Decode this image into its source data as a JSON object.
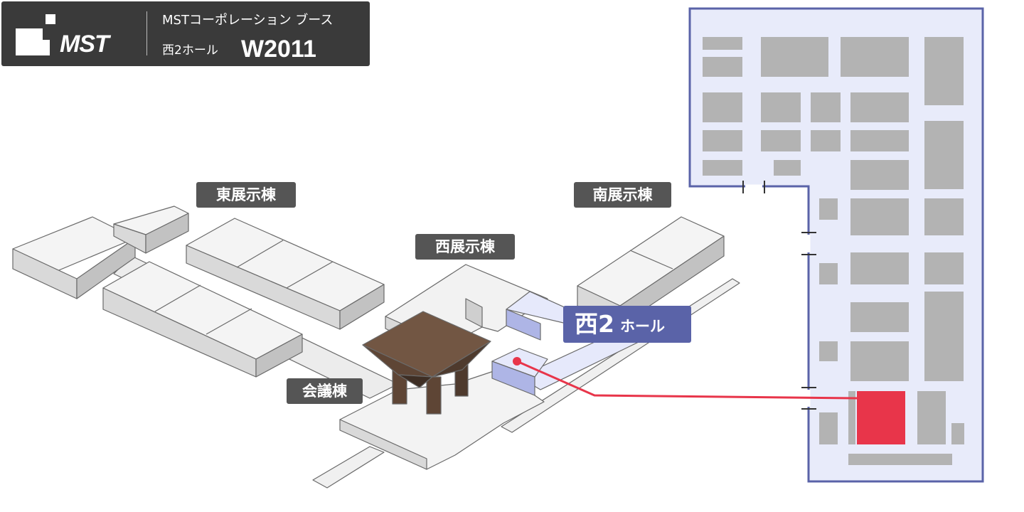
{
  "header": {
    "logo_text": "MST",
    "company_booth": "MSTコーポレーション ブース",
    "hall": "西2ホール",
    "booth_number": "W2011"
  },
  "labels": {
    "east": "東展示棟",
    "south": "南展示棟",
    "west": "西展示棟",
    "conference": "会議棟",
    "highlight_hall_big": "西2",
    "highlight_hall_small": "ホール"
  },
  "colors": {
    "header_bg": "#3a3a3a",
    "tag_bg": "#555555",
    "hall_accent": "#5a63a8",
    "hall_fill": "#e6e9fb",
    "booth_marker": "#e8354a",
    "conference_building": "#6e5340",
    "booth_block": "#b3b3b3"
  }
}
